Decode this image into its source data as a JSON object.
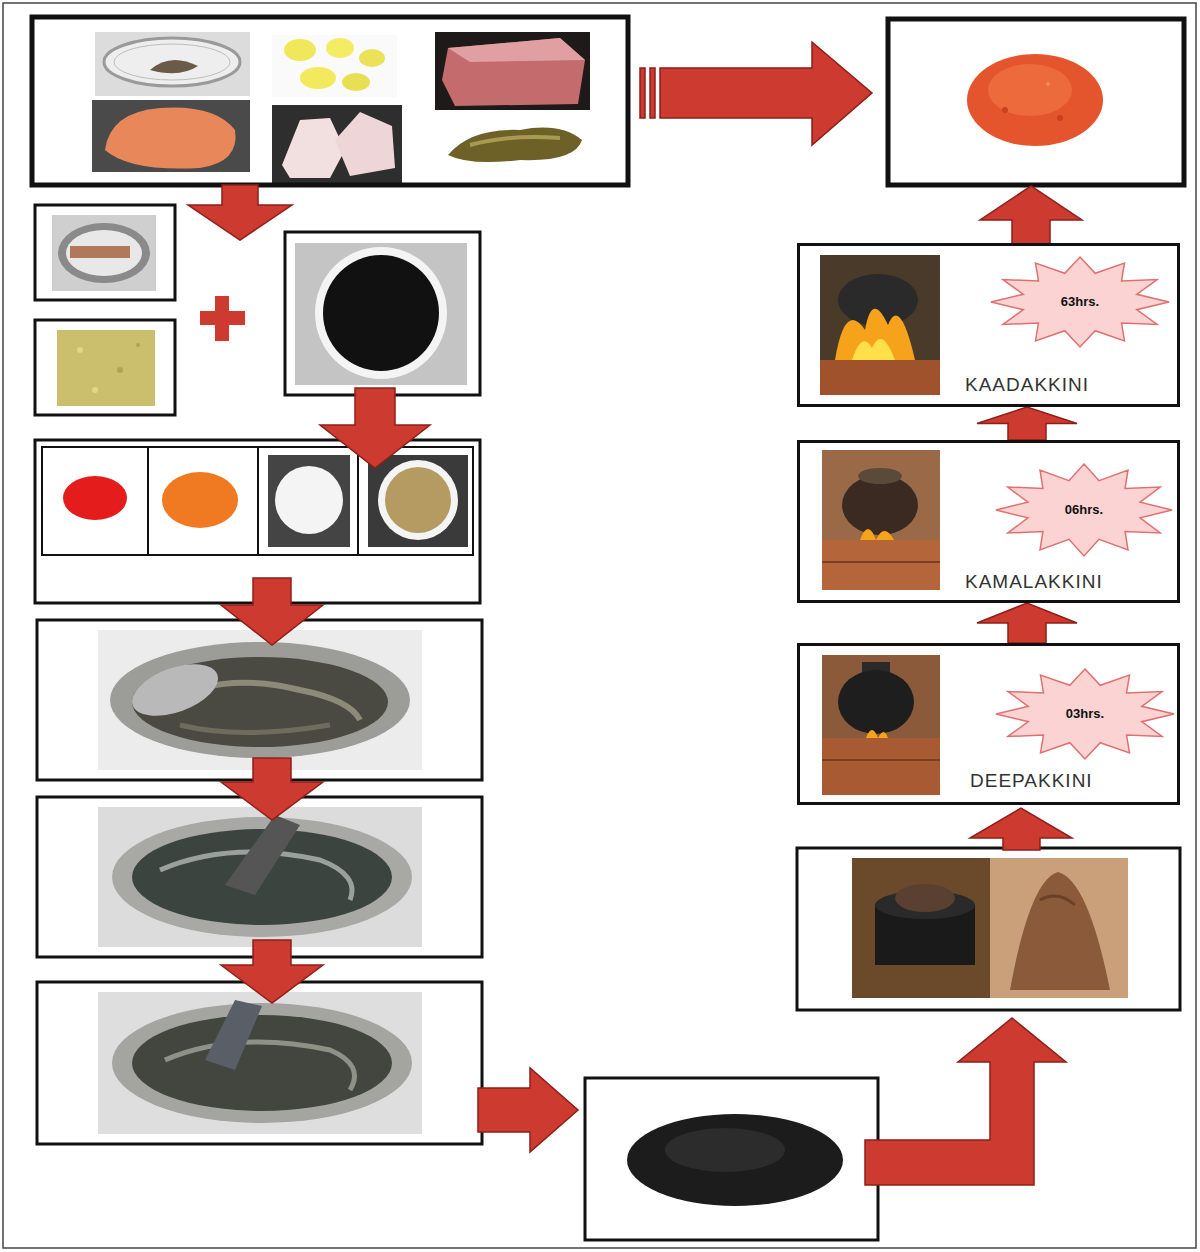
{
  "diagram": {
    "nodes": [
      {
        "text": [
          "KAADAKKINI"
        ]
      },
      {
        "text": [
          "63hrs."
        ],
        "in": 0
      },
      {
        "text": [
          "KAMALAKKINI"
        ]
      },
      {
        "text": [
          "06hrs."
        ],
        "in": 2
      },
      {
        "text": [
          "DEEPAKKINI"
        ]
      },
      {
        "text": [
          "03hrs."
        ],
        "in": 4
      }
    ],
    "edges": [
      {
        "from": 4,
        "to": 2,
        "arrow": "to"
      },
      {
        "from": 2,
        "to": 0,
        "arrow": "to"
      }
    ]
  }
}
